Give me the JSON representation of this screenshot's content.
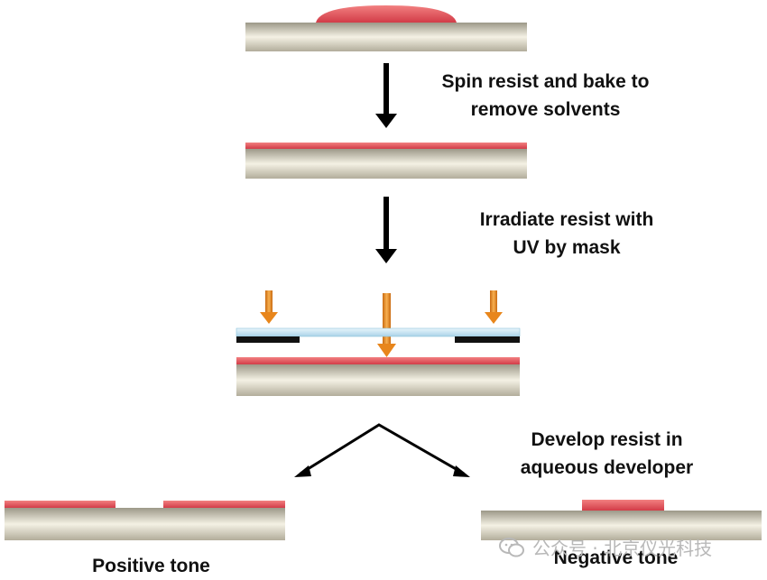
{
  "steps": {
    "spin": {
      "line1": "Spin resist and bake to",
      "line2": "remove solvents"
    },
    "irradiate": {
      "line1": "Irradiate resist with",
      "line2": "UV by mask"
    },
    "develop": {
      "line1": "Develop resist in",
      "line2": "aqueous developer"
    }
  },
  "results": {
    "positive": "Positive tone",
    "negative": "Negative tone"
  },
  "watermark": {
    "text": "公众号 · 北京仪光科技"
  },
  "colors": {
    "resist": "#e0505a",
    "substrate": "#d9d4c0",
    "mask_glass": "#cfe8f4",
    "mask_chrome": "#111111",
    "uv_arrow": "#ef8e22",
    "process_arrow": "#000000"
  }
}
